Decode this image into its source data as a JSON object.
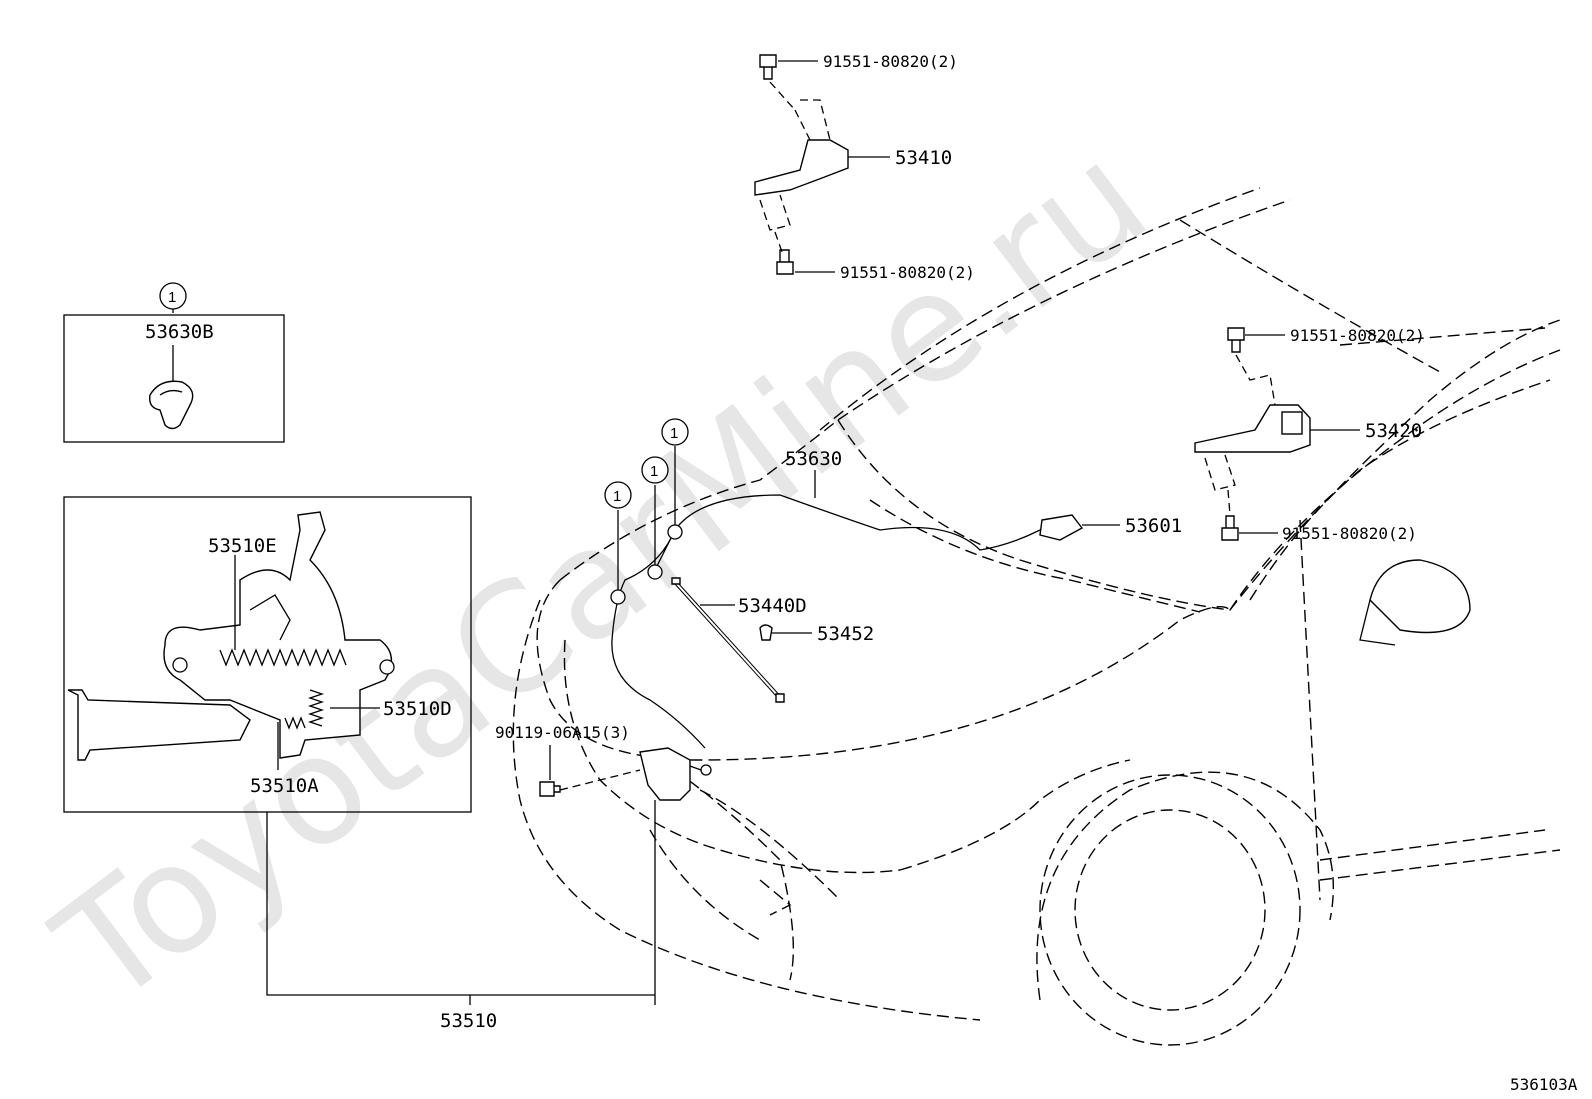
{
  "watermark": "ToyotaCarMine.ru",
  "reference": "536103A",
  "labels": {
    "bolt_top_1": "91551-80820(2)",
    "hinge_lh": "53410",
    "bolt_top_2": "91551-80820(2)",
    "bolt_rh_1": "91551-80820(2)",
    "hinge_rh": "53420",
    "bolt_rh_2": "91551-80820(2)",
    "cable_assy": "53630",
    "clamp": "53630B",
    "handle": "53601",
    "support_rod": "53440D",
    "rod_holder": "53452",
    "lock_bolt": "90119-06A15(3)",
    "lock_assy": "53510",
    "spring_e": "53510E",
    "spring_d": "53510D",
    "spring_a": "53510A"
  },
  "callout_marker": "1"
}
